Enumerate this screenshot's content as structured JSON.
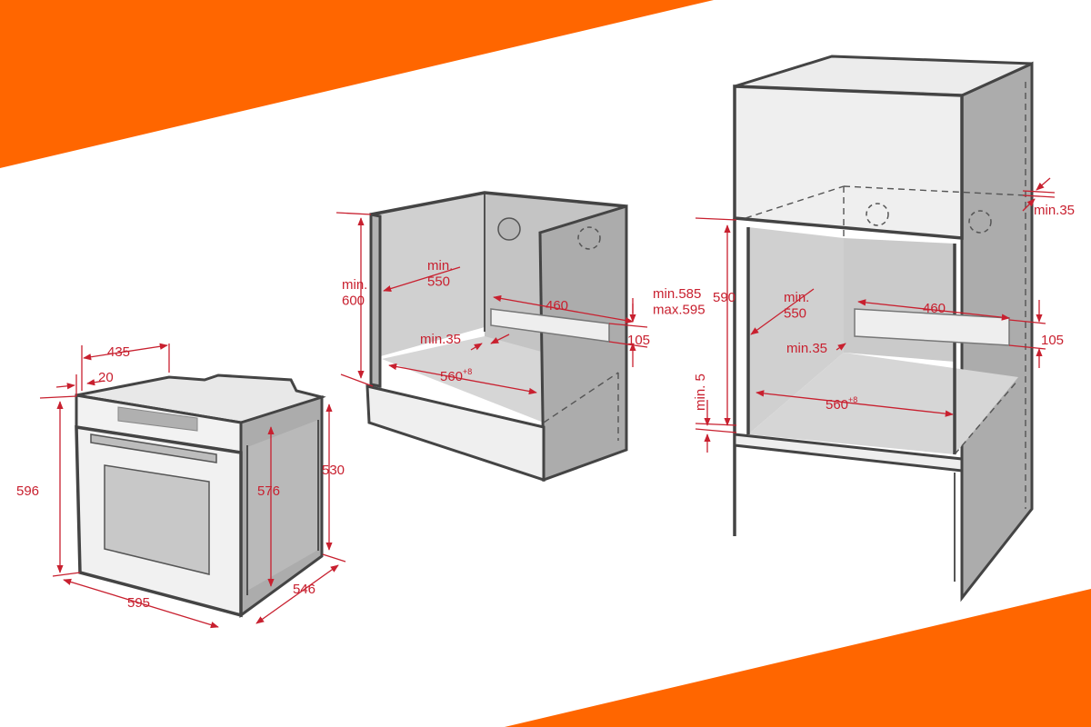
{
  "colors": {
    "accent": "#ff6600",
    "dimension": "#c8202f",
    "panel": "#acacac",
    "inner": "#d0d0d0",
    "front": "#f1f1f1",
    "line": "#444444"
  },
  "oven": {
    "width_top": "435",
    "setback": "20",
    "height_total": "596",
    "height_body": "576",
    "height_side": "530",
    "width_front": "595",
    "depth": "546"
  },
  "undercounter": {
    "height": "min.\n600",
    "depth": "min.\n550",
    "vent_width": "460",
    "vent_height": "105",
    "gap": "min.35",
    "width": "560",
    "width_tol": "+8"
  },
  "column": {
    "top_gap": "min.35",
    "opening_range": "min.585\nmax.595",
    "height": "590",
    "depth": "min.\n550",
    "vent_width": "460",
    "vent_height": "105",
    "gap": "min.35",
    "base": "min. 5",
    "width": "560",
    "width_tol": "+8"
  }
}
